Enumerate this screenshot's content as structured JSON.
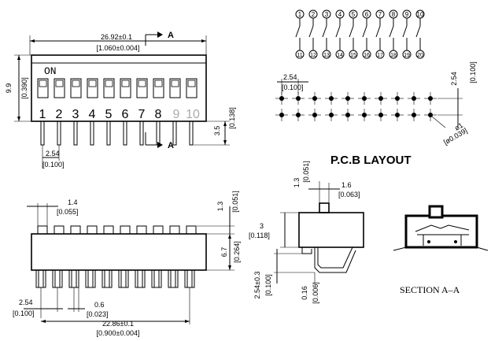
{
  "top_view": {
    "width_dim": "26.92±0.1",
    "width_dim_in": "[1.060±0.004]",
    "section_marker": "A",
    "height_dim": "9.9",
    "height_dim_in": "[0.390]",
    "on_label": "ON",
    "pin_numbers": [
      "1",
      "2",
      "3",
      "4",
      "5",
      "6",
      "7",
      "8",
      "9",
      "10"
    ],
    "pitch_dim": "2.54",
    "pitch_dim_in": "[0.100]",
    "lead_dim": "3.5",
    "lead_dim_in": "[0.138]"
  },
  "schematic": {
    "top_pins": [
      "1",
      "2",
      "3",
      "4",
      "5",
      "6",
      "7",
      "8",
      "9",
      "10"
    ],
    "bottom_pins": [
      "11",
      "12",
      "13",
      "14",
      "15",
      "16",
      "17",
      "18",
      "19",
      "20"
    ]
  },
  "pcb_layout": {
    "title": "P.C.B LAYOUT",
    "pitch_dim": "2.54",
    "pitch_dim_in": "[0.100]",
    "row_dim": "2.54",
    "row_dim_in": "[0.100]",
    "hole_dim": "ø1",
    "hole_dim_in": "[ø0.039]"
  },
  "front_view": {
    "actuator_dim": "1.4",
    "actuator_dim_in": "[0.055]",
    "top_dim": "1.3",
    "top_dim_in": "[0.051]",
    "body_dim": "6.7",
    "body_dim_in": "[0.264]",
    "pitch_dim": "2.54",
    "pitch_dim_in": "[0.100]",
    "pin_w_dim": "0.6",
    "pin_w_dim_in": "[0.023]",
    "span_dim": "22.86±0.1",
    "span_dim_in": "[0.900±0.004]"
  },
  "side_view": {
    "top_dim": "1.3",
    "top_dim_in": "[0.051]",
    "act_dim": "1.6",
    "act_dim_in": "[0.063]",
    "h_dim": "3",
    "h_dim_in": "[0.118]",
    "row_dim": "2.54±0.3",
    "row_dim_in": "[0.100]",
    "pin_dim": "0.16",
    "pin_dim_in": "[0.006]"
  },
  "section": {
    "label": "SECTION  A–A"
  }
}
